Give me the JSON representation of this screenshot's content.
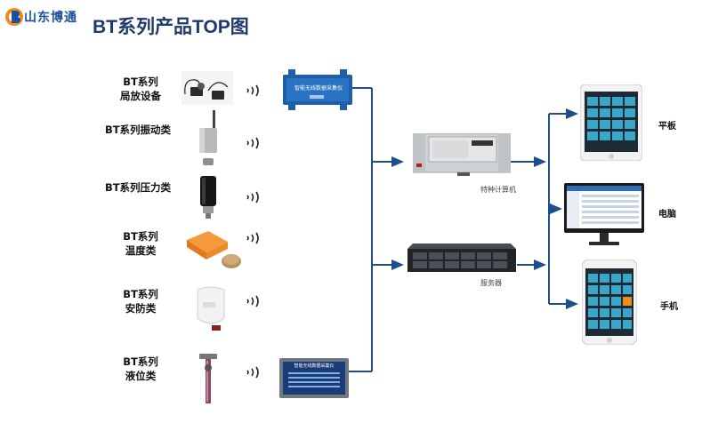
{
  "header": {
    "logo_text": "山东博通",
    "title": "BT系列产品TOP图"
  },
  "sensors": [
    {
      "line1": "BT系列",
      "line2": "局放设备"
    },
    {
      "line1": "BT系列振动类",
      "line2": ""
    },
    {
      "line1": "BT系列压力类",
      "line2": ""
    },
    {
      "line1": "BT系列",
      "line2": "温度类"
    },
    {
      "line1": "BT系列",
      "line2": "安防类"
    },
    {
      "line1": "BT系列",
      "line2": "液位类"
    }
  ],
  "devices": {
    "gateway_screen_text": "智能无线数据采集仪",
    "panel_screen_text": "智能无线数据采集仪",
    "industrial_pc_caption": "特种计算机",
    "server_caption": "服务器"
  },
  "outputs": [
    {
      "label": "平板"
    },
    {
      "label": "电脑"
    },
    {
      "label": "手机"
    }
  ],
  "colors": {
    "connector": "#1f4e8c",
    "title": "#1f3a6a",
    "logo_blue": "#1c4fa0",
    "logo_orange": "#f08a1c",
    "app_tile": "#3aa7c9"
  }
}
